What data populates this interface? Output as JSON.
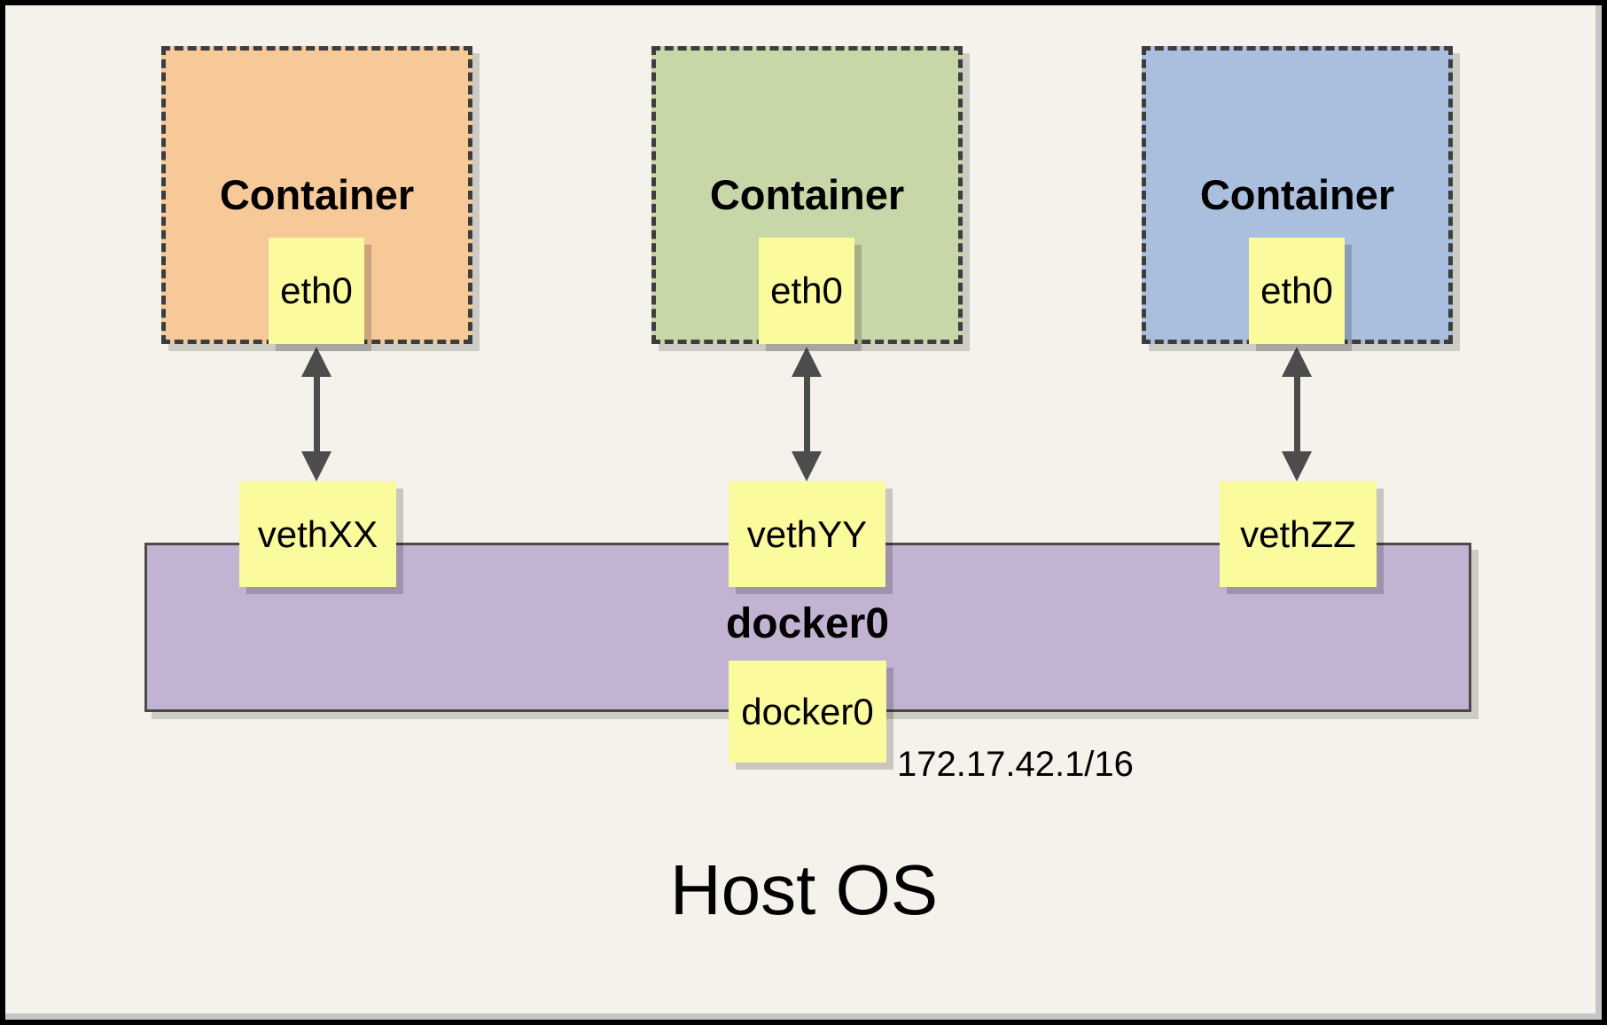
{
  "colors": {
    "background": "#f4f2ea",
    "frame_border": "#000000",
    "note_fill": "#fbfa9d",
    "container_1_fill": "#f8c998",
    "container_2_fill": "#c8d7a7",
    "container_3_fill": "#aabedd",
    "bridge_fill": "#c3b3d3",
    "line_dark": "#4c4c4c"
  },
  "containers": [
    {
      "title": "Container",
      "interface": "eth0",
      "veth": "vethXX",
      "fill": "#f8c998"
    },
    {
      "title": "Container",
      "interface": "eth0",
      "veth": "vethYY",
      "fill": "#c8d7a7"
    },
    {
      "title": "Container",
      "interface": "eth0",
      "veth": "vethZZ",
      "fill": "#aabedd"
    }
  ],
  "bridge": {
    "name": "docker0",
    "interface": "docker0",
    "ip": "172.17.42.1/16",
    "fill": "#c3b3d3"
  },
  "host": {
    "label": "Host OS"
  }
}
